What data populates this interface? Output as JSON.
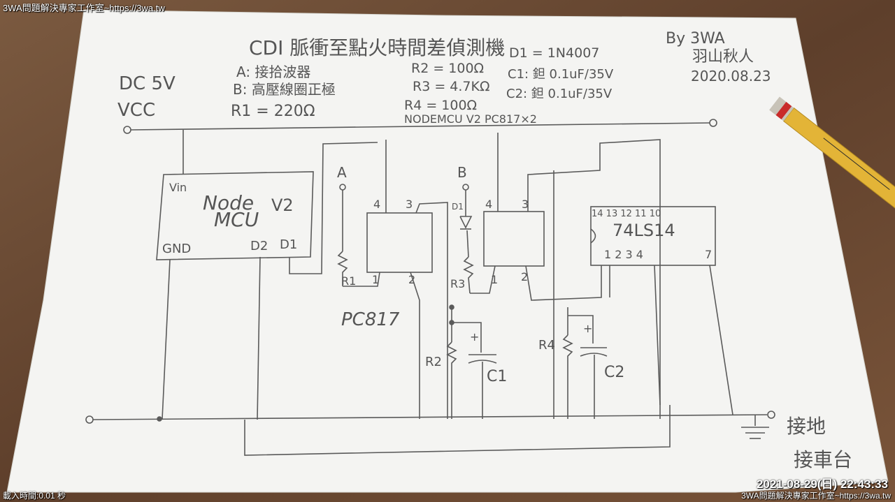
{
  "overlay": {
    "watermark_top": "3WA問題解決專家工作室~https://3wa.tw",
    "watermark_bottom": "3WA問題解決專家工作室~https://3wa.tw",
    "load_time": "載入時間:0.01 秒",
    "timestamp": "2021-08-29(日) 22:43:33"
  },
  "sheet": {
    "title": "CDI 脈衝至點火時間差偵測機",
    "author_line1": "By 3WA",
    "author_line2": "羽山秋人",
    "date": "2020.08.23",
    "power_dc": "DC 5V",
    "power_vcc": "VCC",
    "legend_a": "A: 接拾波器",
    "legend_b": "B: 高壓線圈正極",
    "r1_value": "R1 = 220Ω",
    "r2_value": "R2 = 100Ω",
    "r3_value": "R3 = 4.7KΩ",
    "r4_value": "R4 = 100Ω",
    "d1_value": "D1 = 1N4007",
    "c1_value": "C1: 鉭 0.1uF/35V",
    "c2_value": "C2: 鉭 0.1uF/35V",
    "parts_line": "NODEMCU V2    PC817×2",
    "mcu_name_1": "Node",
    "mcu_name_2": "MCU",
    "mcu_ver": "V2",
    "mcu_vin": "Vin",
    "mcu_gnd": "GND",
    "mcu_d2": "D2",
    "mcu_d1": "D1",
    "label_a": "A",
    "label_b": "B",
    "label_d1": "D1",
    "pin4_left": "4",
    "pin3_left": "3",
    "pin1_left": "1",
    "pin2_left": "2",
    "pin4_right": "4",
    "pin3_right": "3",
    "pin1_right": "1",
    "pin2_right": "2",
    "label_r1": "R1",
    "label_r3": "R3",
    "label_r2": "R2",
    "label_r4": "R4",
    "label_c1": "C1",
    "label_c2": "C2",
    "pc817": "PC817",
    "ic_pins_top": "14 13 12 11 10",
    "ic_name": "74LS14",
    "ic_pins_bottom": "1 2 3 4",
    "ic_pin7": "7",
    "ground_line1": "接地",
    "ground_line2": "接車台"
  },
  "colors": {
    "wood": "#6b4a34",
    "paper": "#f4f4f2",
    "pencil_line": "#585858",
    "pencil_body": "#e3b437",
    "pencil_band": "#c92a2a"
  },
  "icons": [
    "pencil-icon",
    "ground-symbol-icon",
    "diode-icon",
    "resistor-icon",
    "capacitor-icon"
  ]
}
